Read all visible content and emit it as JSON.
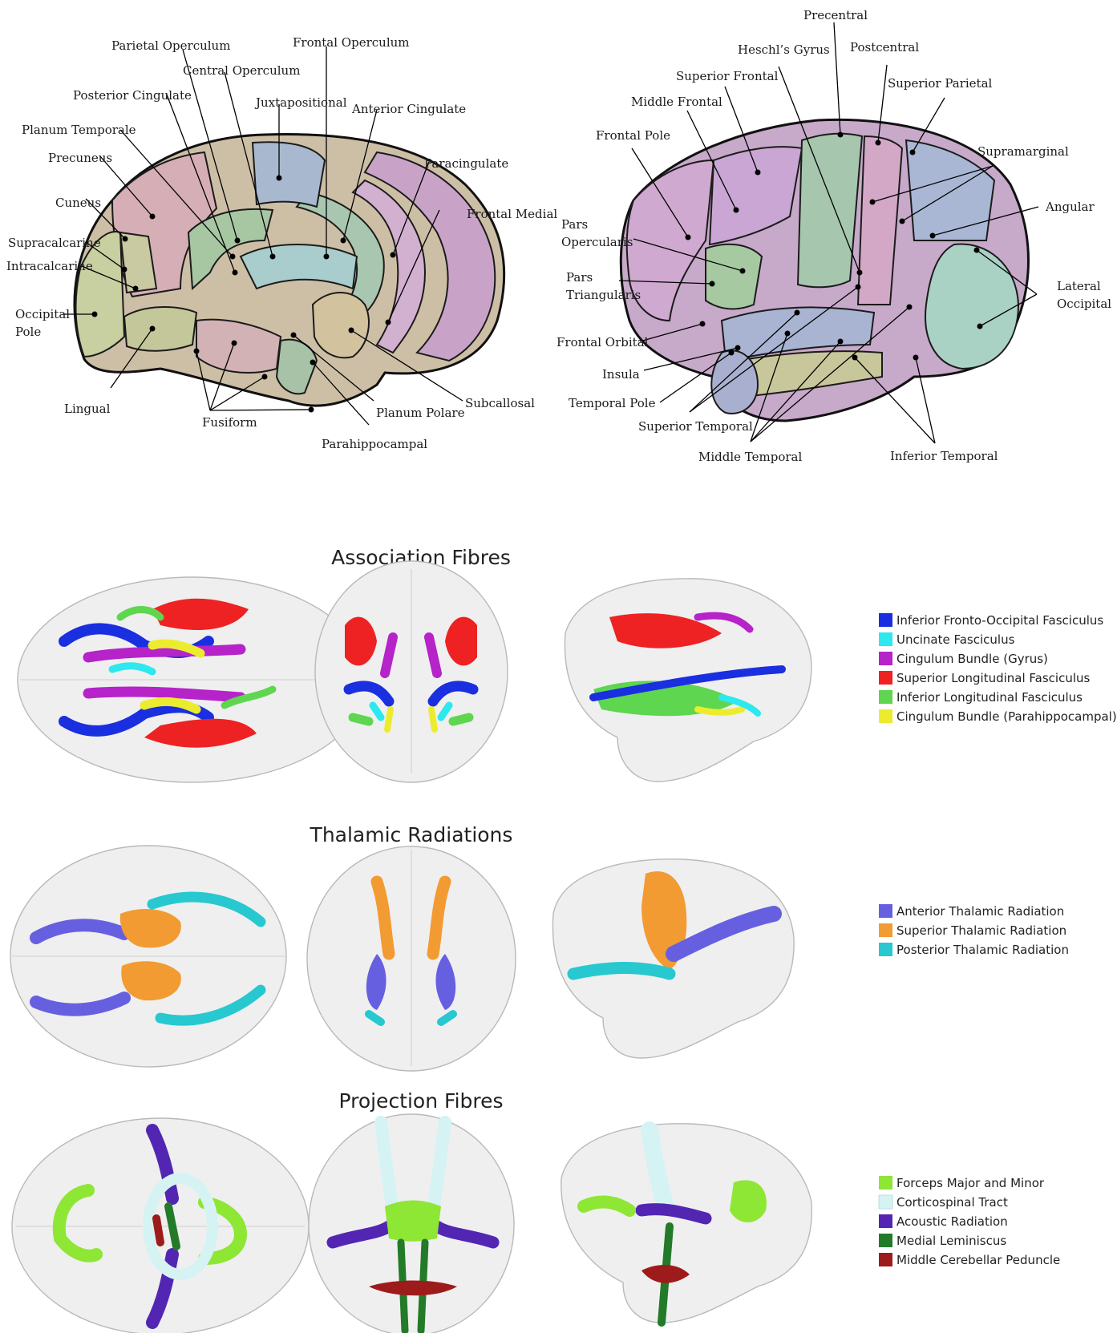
{
  "atlas": {
    "medial_labels": [
      "Parietal Operculum",
      "Frontal Operculum",
      "Central Operculum",
      "Posterior Cingulate",
      "Juxtapositional",
      "Anterior Cingulate",
      "Planum Temporale",
      "Precuneus",
      "Paracingulate",
      "Cuneus",
      "Frontal Medial",
      "Supracalcarine",
      "Intracalcarine",
      "Occipital",
      "Pole",
      "Lingual",
      "Fusiform",
      "Planum Polare",
      "Subcallosal",
      "Parahippocampal"
    ],
    "lateral_labels": [
      "Precentral",
      "Heschl’s Gyrus",
      "Postcentral",
      "Superior Frontal",
      "Superior Parietal",
      "Middle Frontal",
      "Frontal Pole",
      "Supramarginal",
      "Angular",
      "Pars",
      "Opercularis",
      "Pars",
      "Triangularis",
      "Lateral",
      "Occipital",
      "Frontal Orbital",
      "Insula",
      "Temporal Pole",
      "Superior Temporal",
      "Middle Temporal",
      "Inferior Temporal"
    ]
  },
  "sections": [
    {
      "title": "Association Fibres",
      "legend": [
        {
          "label": "Inferior Fronto-Occipital Fasciculus",
          "color": "#1a2fe0"
        },
        {
          "label": "Uncinate Fasciculus",
          "color": "#2de8ee"
        },
        {
          "label": "Cingulum Bundle (Gyrus)",
          "color": "#b523c9"
        },
        {
          "label": "Superior Longitudinal Fasciculus",
          "color": "#ee2222"
        },
        {
          "label": "Inferior Longitudinal Fasciculus",
          "color": "#5ed64f"
        },
        {
          "label": "Cingulum Bundle (Parahippocampal)",
          "color": "#ecec2f"
        }
      ]
    },
    {
      "title": "Thalamic Radiations",
      "legend": [
        {
          "label": "Anterior Thalamic Radiation",
          "color": "#6660e0"
        },
        {
          "label": "Superior Thalamic Radiation",
          "color": "#f29b32"
        },
        {
          "label": "Posterior Thalamic Radiation",
          "color": "#27c8cf"
        }
      ]
    },
    {
      "title": "Projection Fibres",
      "legend": [
        {
          "label": "Forceps Major and Minor",
          "color": "#8ee635"
        },
        {
          "label": "Corticospinal Tract",
          "color": "#d6f3f3"
        },
        {
          "label": "Acoustic Radiation",
          "color": "#5226b3"
        },
        {
          "label": "Medial Leminiscus",
          "color": "#237a28"
        },
        {
          "label": "Middle Cerebellar Peduncle",
          "color": "#9e1b1b"
        }
      ]
    }
  ]
}
